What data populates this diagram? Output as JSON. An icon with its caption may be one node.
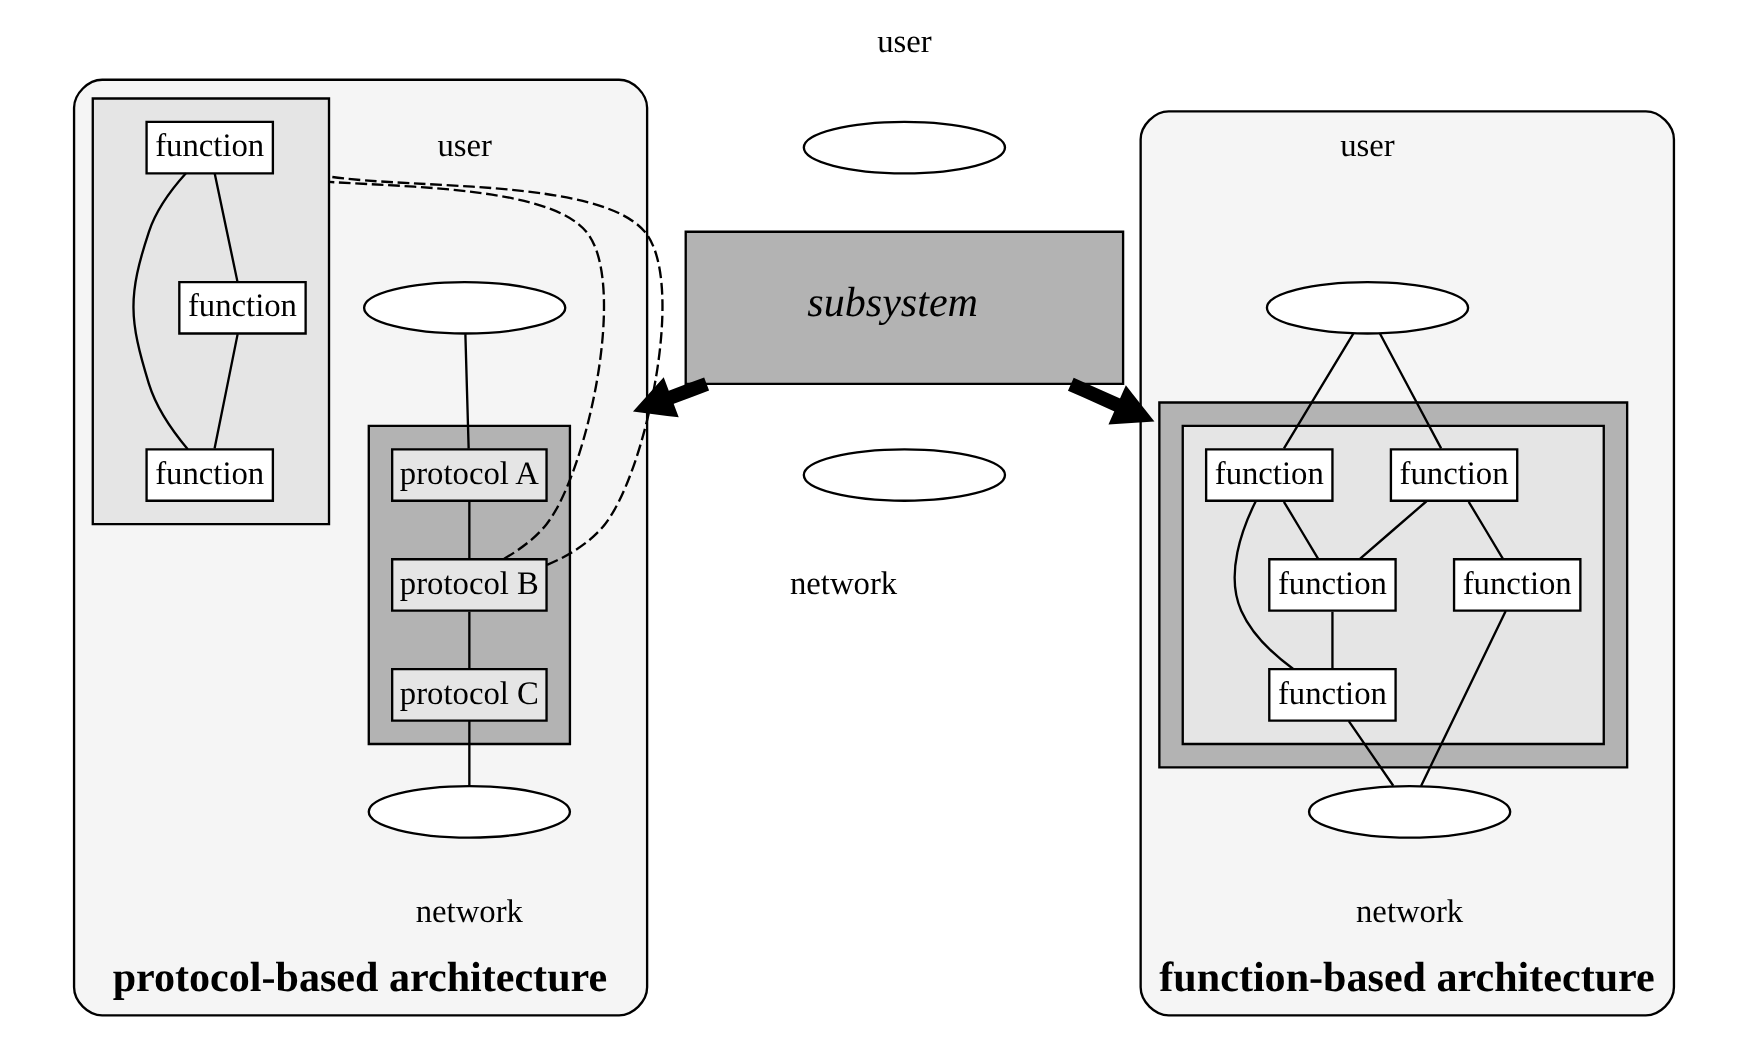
{
  "diagram": {
    "nodes": [
      {
        "text": [
          "subsystem"
        ]
      },
      {
        "text": [],
        "shape": "ellipse",
        "beside": [
          "user"
        ]
      },
      {
        "text": [],
        "shape": "ellipse",
        "beside": [
          "network"
        ]
      },
      {
        "text": [
          "protocol-based architecture"
        ]
      },
      {
        "text": [],
        "shape": "box",
        "in": 3
      },
      {
        "text": [],
        "shape": "ellipse",
        "beside": [
          "user"
        ],
        "in": 3
      },
      {
        "text": [
          "protocol A"
        ],
        "in": 4
      },
      {
        "text": [
          "protocol B"
        ],
        "in": 4
      },
      {
        "text": [
          "protocol C"
        ],
        "in": 4
      },
      {
        "text": [],
        "shape": "ellipse",
        "beside": [
          "network"
        ],
        "in": 3
      },
      {
        "text": [],
        "shape": "box",
        "in": 3
      },
      {
        "text": [
          "function"
        ],
        "in": 10
      },
      {
        "text": [
          "function"
        ],
        "in": 10
      },
      {
        "text": [
          "function"
        ],
        "in": 10
      },
      {
        "text": [
          "function-based architecture"
        ]
      },
      {
        "text": [],
        "shape": "box",
        "in": 14
      },
      {
        "text": [],
        "shape": "box",
        "in": 15
      },
      {
        "text": [],
        "shape": "ellipse",
        "beside": [
          "user"
        ],
        "in": 14
      },
      {
        "text": [
          "function"
        ],
        "in": 16
      },
      {
        "text": [
          "function"
        ],
        "in": 16
      },
      {
        "text": [
          "function"
        ],
        "in": 16
      },
      {
        "text": [
          "function"
        ],
        "in": 16
      },
      {
        "text": [
          "function"
        ],
        "in": 16
      },
      {
        "text": [],
        "shape": "ellipse",
        "beside": [
          "network"
        ],
        "in": 14
      }
    ],
    "edges": [
      {
        "from": 0,
        "to": 3,
        "arrow": "to",
        "style": "thick"
      },
      {
        "from": 0,
        "to": 14,
        "arrow": "to",
        "style": "thick"
      },
      {
        "from": 5,
        "to": 6,
        "arrow": "none"
      },
      {
        "from": 6,
        "to": 7,
        "arrow": "none"
      },
      {
        "from": 7,
        "to": 8,
        "arrow": "none"
      },
      {
        "from": 8,
        "to": 9,
        "arrow": "none"
      },
      {
        "from": 7,
        "to": 10,
        "arrow": "none",
        "style": "dashed"
      },
      {
        "from": 7,
        "to": 10,
        "arrow": "none",
        "style": "dashed"
      },
      {
        "from": 11,
        "to": 12,
        "arrow": "none"
      },
      {
        "from": 11,
        "to": 13,
        "arrow": "none"
      },
      {
        "from": 13,
        "to": 12,
        "arrow": "none"
      },
      {
        "from": 17,
        "to": 18,
        "arrow": "none"
      },
      {
        "from": 17,
        "to": 19,
        "arrow": "none"
      },
      {
        "from": 18,
        "to": 20,
        "arrow": "none"
      },
      {
        "from": 19,
        "to": 20,
        "arrow": "none"
      },
      {
        "from": 18,
        "to": 22,
        "arrow": "none"
      },
      {
        "from": 20,
        "to": 22,
        "arrow": "none"
      },
      {
        "from": 19,
        "to": 21,
        "arrow": "none"
      },
      {
        "from": 22,
        "to": 23,
        "arrow": "none"
      },
      {
        "from": 21,
        "to": 23,
        "arrow": "none"
      }
    ]
  }
}
